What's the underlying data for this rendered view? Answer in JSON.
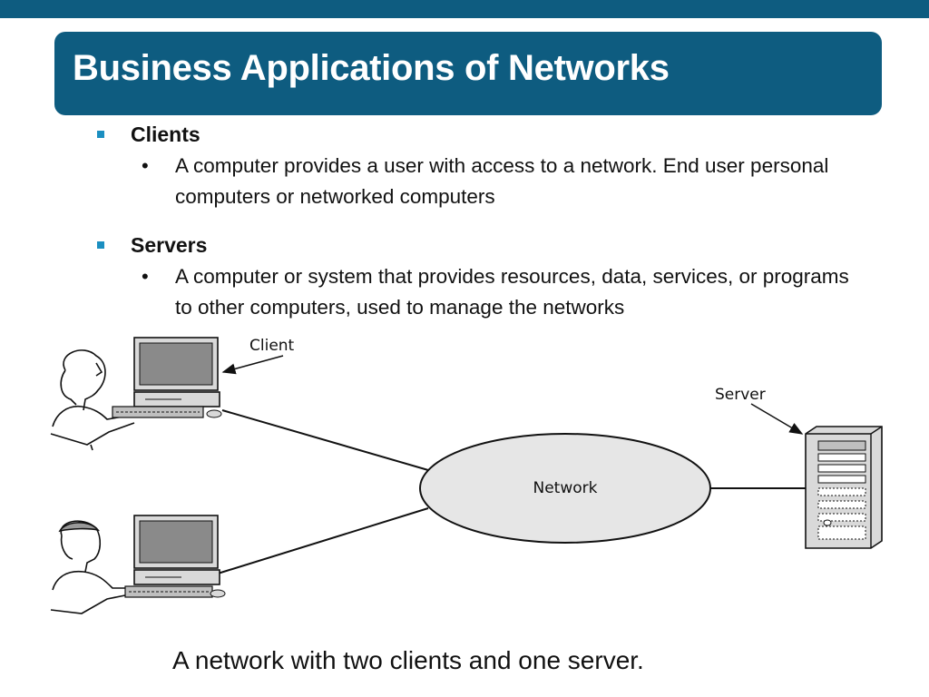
{
  "title": "Business Applications of Networks",
  "bullets": [
    {
      "heading": "Clients",
      "text": "A computer provides a user with access to a network. End user personal computers or networked computers"
    },
    {
      "heading": "Servers",
      "text": "A computer or system that provides resources, data, services, or programs to other computers, used to manage the networks"
    }
  ],
  "diagram": {
    "client_label": "Client",
    "server_label": "Server",
    "network_label": "Network"
  },
  "caption": "A network with two clients and one server.",
  "colors": {
    "header": "#0e5c80",
    "bullet_square": "#1b8fc1"
  }
}
